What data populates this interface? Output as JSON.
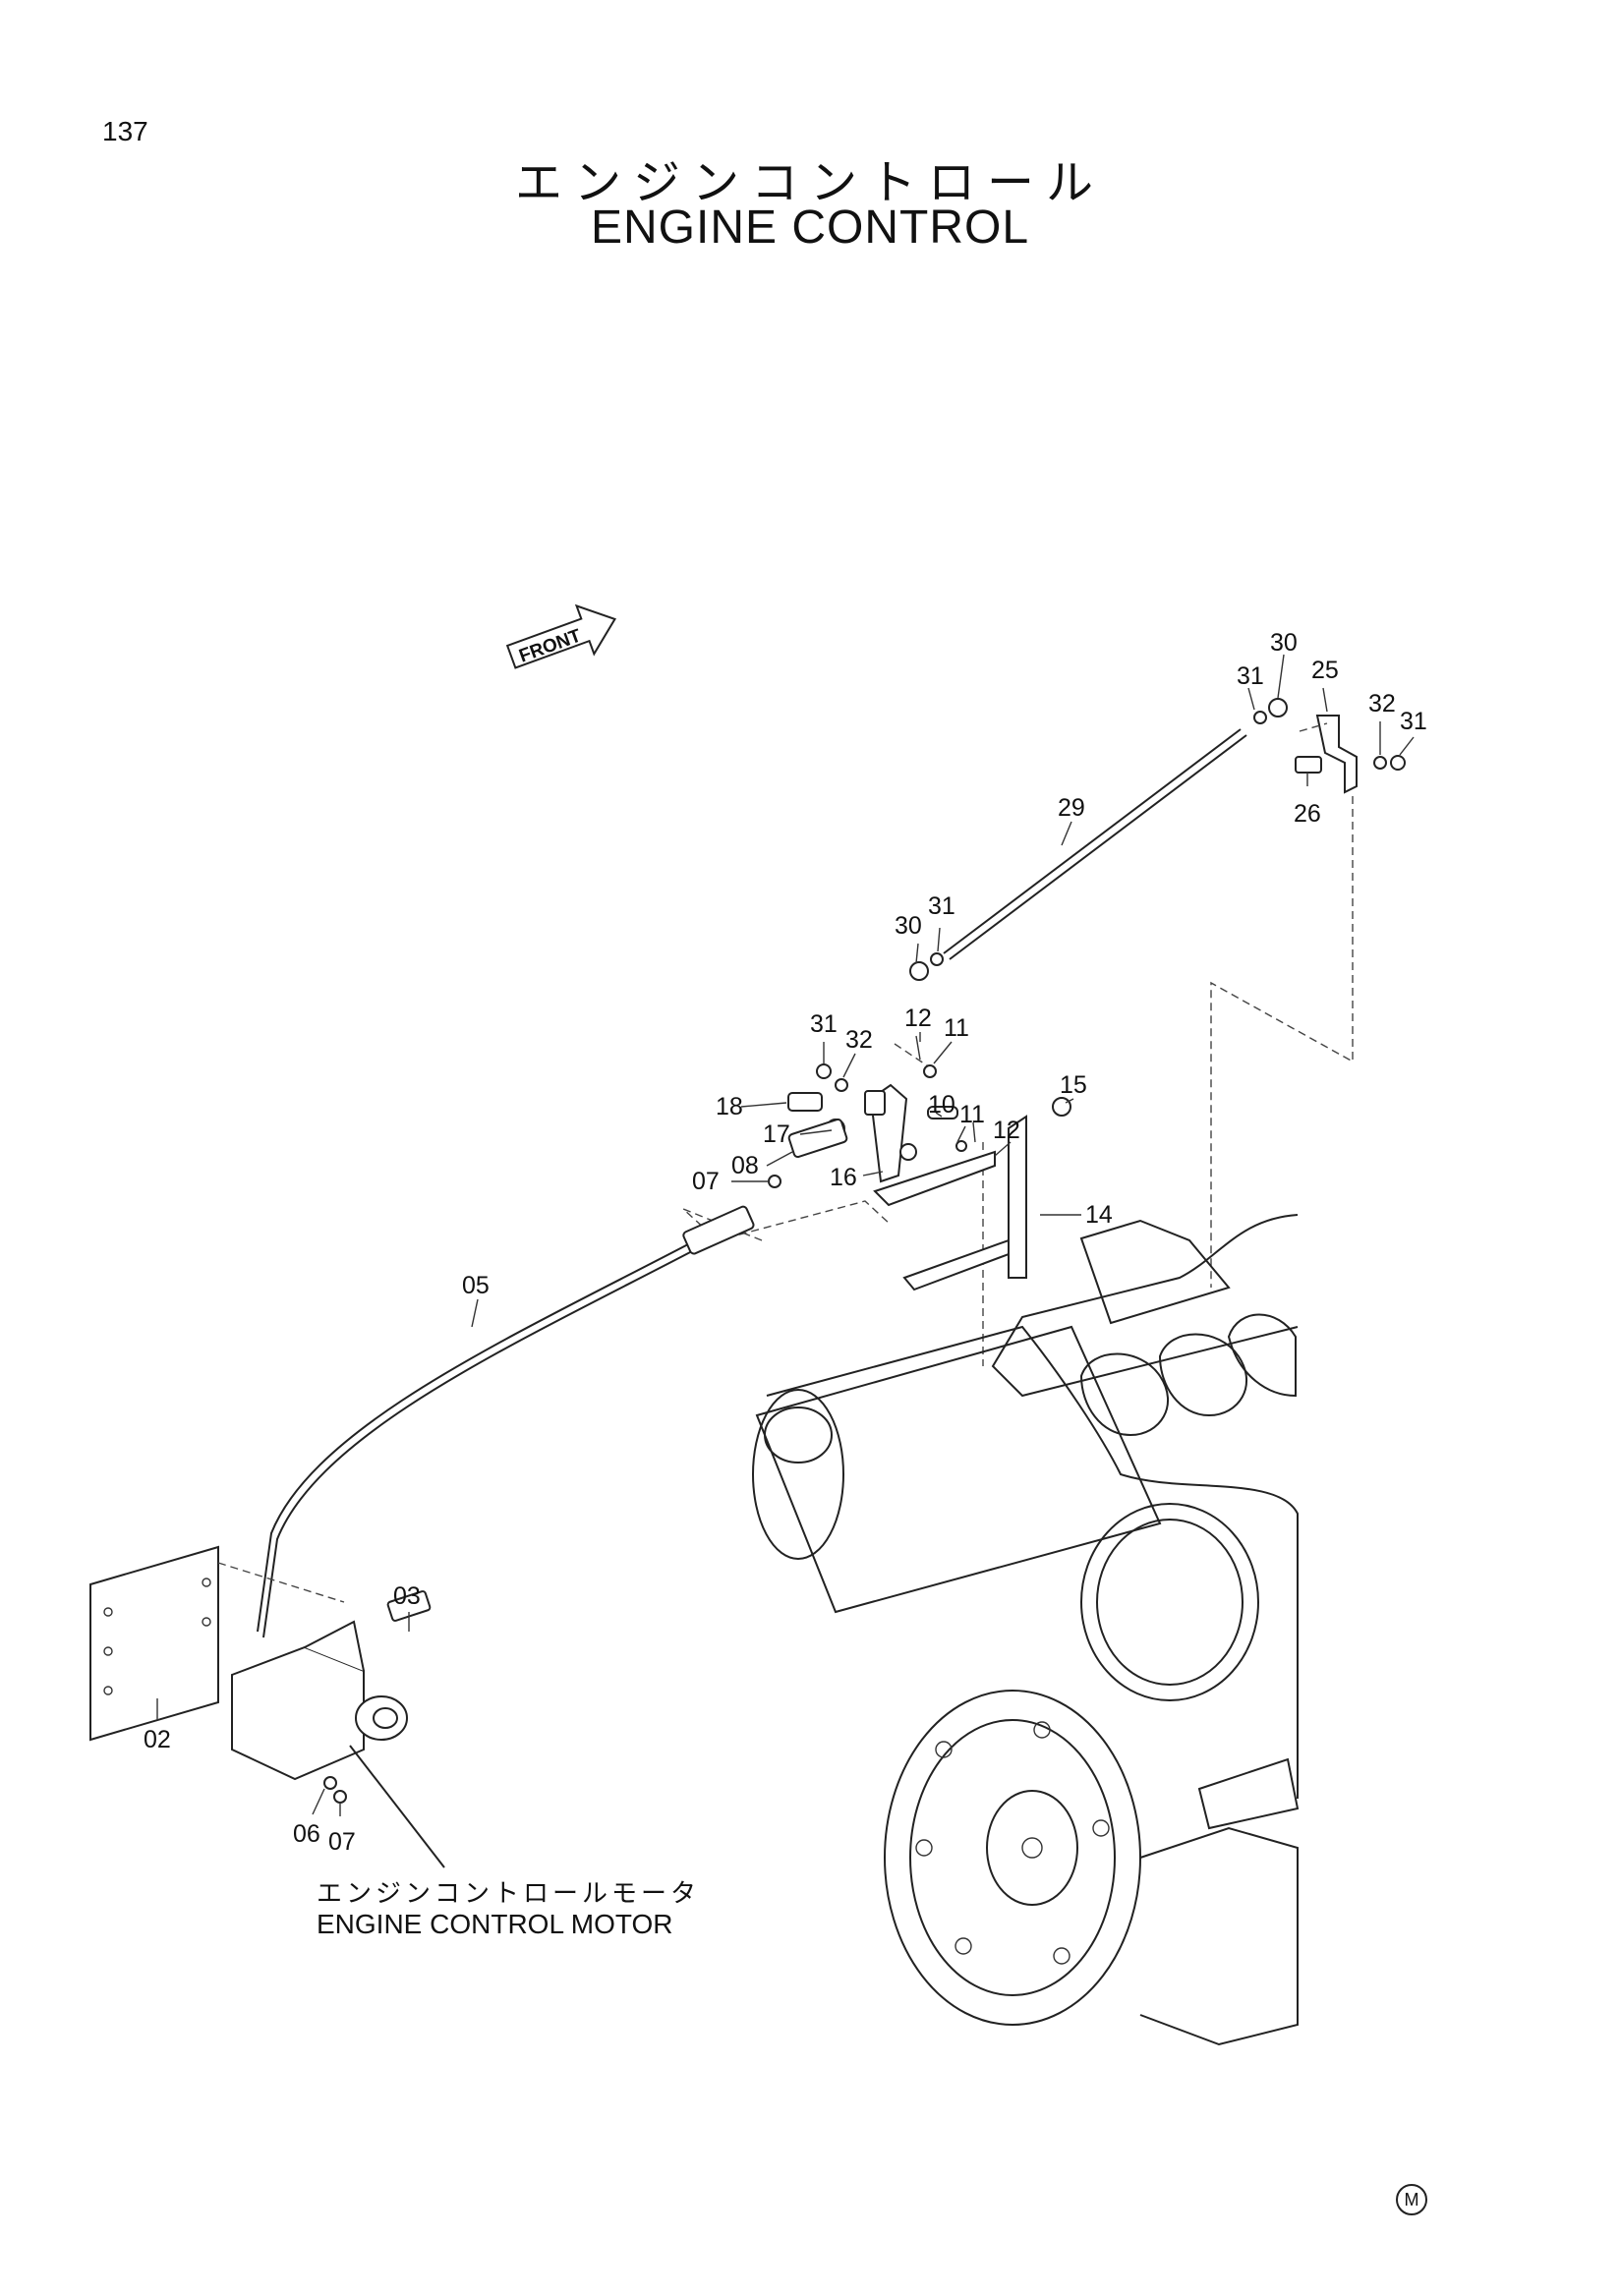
{
  "page_number": "137",
  "title_jp": "エンジンコントロール",
  "title_en": "ENGINE CONTROL",
  "front_label": "FRONT",
  "caption": {
    "jp": "エンジンコントロールモータ",
    "en": "ENGINE CONTROL MOTOR"
  },
  "mark": "M",
  "callouts": [
    "30",
    "31",
    "25",
    "32",
    "31",
    "26",
    "29",
    "30",
    "31",
    "31",
    "32",
    "12",
    "11",
    "18",
    "10",
    "11",
    "12",
    "15",
    "17",
    "08",
    "16",
    "14",
    "07",
    "05",
    "03",
    "02",
    "06",
    "07"
  ]
}
